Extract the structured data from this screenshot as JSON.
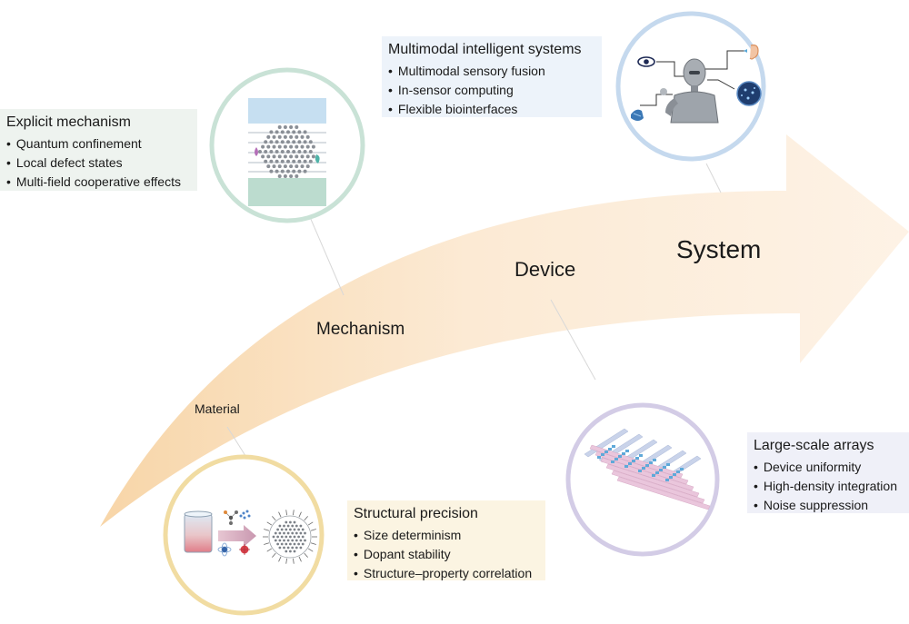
{
  "stages": {
    "material": "Material",
    "mechanism": "Mechanism",
    "device": "Device",
    "system": "System"
  },
  "boxes": {
    "mechanism": {
      "title": "Explicit mechanism",
      "items": [
        "Quantum confinement",
        "Local defect states",
        "Multi-field cooperative effects"
      ]
    },
    "system": {
      "title": "Multimodal intelligent systems",
      "items": [
        "Multimodal sensory fusion",
        "In-sensor computing",
        "Flexible biointerfaces"
      ]
    },
    "material": {
      "title": "Structural precision",
      "items": [
        "Size determinism",
        "Dopant stability",
        "Structure–property correlation"
      ]
    },
    "device": {
      "title": "Large-scale arrays",
      "items": [
        "Device uniformity",
        "High-density integration",
        "Noise suppression"
      ]
    }
  },
  "colors": {
    "mechanism_ring": "#c9e2d6",
    "system_ring": "#c5d9ee",
    "material_ring": "#f1dca2",
    "device_ring": "#d3cce6",
    "mechanism_box": "#eef3ef",
    "system_box": "#edf3fa",
    "material_box": "#fbf4e2",
    "device_box": "#eff0f8"
  }
}
